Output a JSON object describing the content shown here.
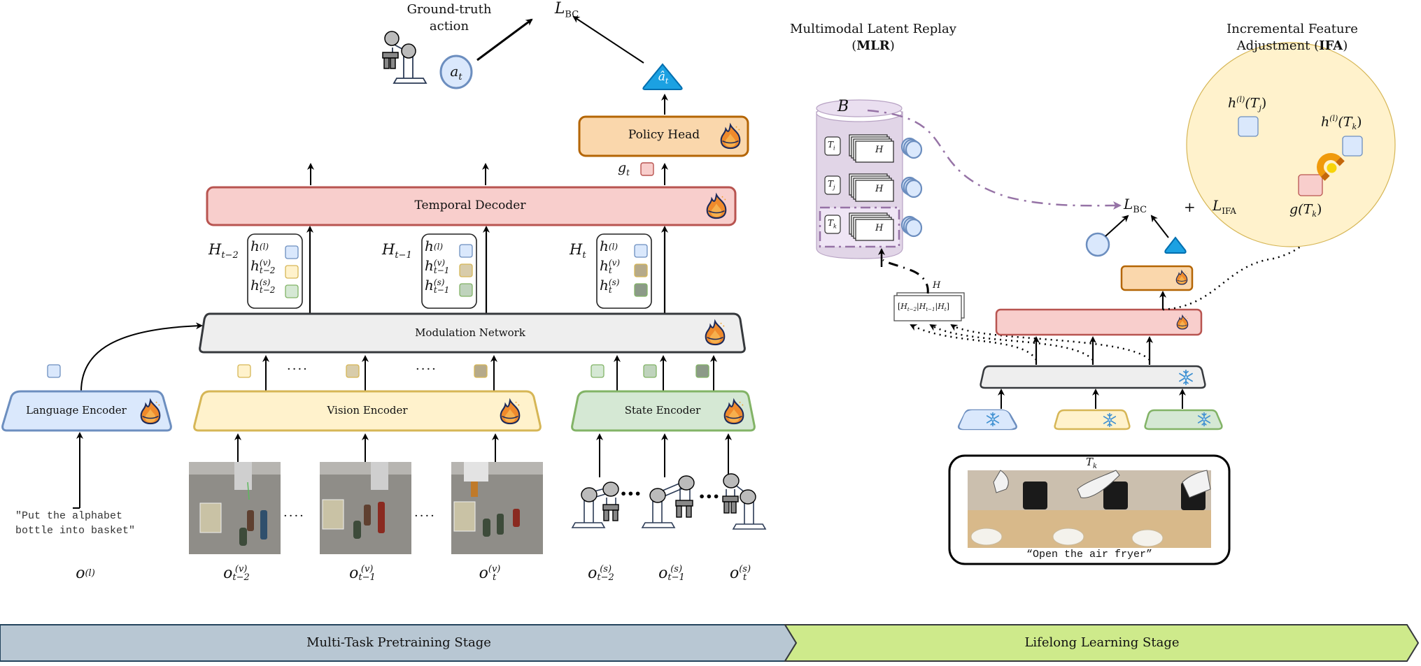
{
  "pretraining": {
    "loss_label": "L",
    "loss_sub": "BC",
    "gt_action_title_line1": "Ground-truth",
    "gt_action_title_line2": "action",
    "gt_action_symbol": "a",
    "gt_action_sub": "t",
    "pred_action_symbol": "â",
    "pred_action_sub": "t",
    "policy_head_label": "Policy Head",
    "g_label": "g",
    "g_sub": "t",
    "temporal_decoder_label": "Temporal Decoder",
    "modulation_network_label": "Modulation Network",
    "language_encoder_label": "Language Encoder",
    "vision_encoder_label": "Vision Encoder",
    "state_encoder_label": "State Encoder",
    "instruction_line1": "\"Put the alphabet",
    "instruction_line2": "bottle into basket\"",
    "ellipsis": "····",
    "token_groups": [
      {
        "name": "H",
        "sub": "t−2",
        "rows": [
          {
            "sym": "h",
            "sup": "(l)",
            "sub": ""
          },
          {
            "sym": "h",
            "sup": "(v)",
            "sub": "t−2"
          },
          {
            "sym": "h",
            "sup": "(s)",
            "sub": "t−2"
          }
        ]
      },
      {
        "name": "H",
        "sub": "t−1",
        "rows": [
          {
            "sym": "h",
            "sup": "(l)",
            "sub": ""
          },
          {
            "sym": "h",
            "sup": "(v)",
            "sub": "t−1"
          },
          {
            "sym": "h",
            "sup": "(s)",
            "sub": "t−1"
          }
        ]
      },
      {
        "name": "H",
        "sub": "t",
        "rows": [
          {
            "sym": "h",
            "sup": "(l)",
            "sub": ""
          },
          {
            "sym": "h",
            "sup": "(v)",
            "sub": "t"
          },
          {
            "sym": "h",
            "sup": "(s)",
            "sub": "t"
          }
        ]
      }
    ],
    "observations": [
      {
        "sym": "o",
        "sup": "(l)",
        "sub": ""
      },
      {
        "sym": "o",
        "sup": "(v)",
        "sub": "t−2"
      },
      {
        "sym": "o",
        "sup": "(v)",
        "sub": "t−1"
      },
      {
        "sym": "o",
        "sup": "(v)",
        "sub": "t"
      },
      {
        "sym": "o",
        "sup": "(s)",
        "sub": "t−2"
      },
      {
        "sym": "o",
        "sup": "(s)",
        "sub": "t−1"
      },
      {
        "sym": "o",
        "sup": "(s)",
        "sub": "t"
      }
    ],
    "icons": {
      "trainable": "flame-icon",
      "frozen": "snowflake-icon"
    }
  },
  "lifelong": {
    "mlr_title_line1": "Multimodal Latent Replay",
    "mlr_title_line2_open": "(",
    "mlr_title_bold": "MLR",
    "mlr_title_line2_close": ")",
    "ifa_title_line1": "Incremental Feature",
    "ifa_title_line2_prefix": "Adjustment (",
    "ifa_title_bold": "IFA",
    "ifa_title_line2_suffix": ")",
    "buffer_label": "B",
    "buffer_tasks": [
      {
        "task": "T",
        "sub": "i",
        "memory": "H"
      },
      {
        "task": "T",
        "sub": "j",
        "memory": "H"
      },
      {
        "task": "T",
        "sub": "k",
        "memory": "H"
      }
    ],
    "concat_label": "[H_{t−2}|H_{t−1}|H_t]",
    "concat_parts": [
      "H",
      "t−2",
      "H",
      "t−1",
      "H",
      "t"
    ],
    "concat_arrow_label": "H",
    "loss_bc": "L",
    "loss_bc_sub": "BC",
    "plus": "+",
    "loss_ifa": "L",
    "loss_ifa_sub": "IFA",
    "ifa_items": [
      {
        "label": "h",
        "sup": "(l)",
        "arg": "(T",
        "arg_sub": "j",
        "close": ")"
      },
      {
        "label": "h",
        "sup": "(l)",
        "arg": "(T",
        "arg_sub": "k",
        "close": ")"
      },
      {
        "label": "g",
        "sup": "",
        "arg": "(T",
        "arg_sub": "k",
        "close": ")"
      }
    ],
    "task_panel_label": "T",
    "task_panel_sub": "k",
    "task_instruction": "“Open the air fryer”"
  },
  "stages": [
    {
      "label": "Multi-Task Pretraining Stage",
      "color": "#b8c7d3"
    },
    {
      "label": "Lifelong Learning Stage",
      "color": "#ceea8b"
    }
  ],
  "colors": {
    "language": "#dae8fc",
    "language_border": "#6c8ebf",
    "vision": "#fff2cc",
    "vision_border": "#d6b656",
    "state": "#d5e8d4",
    "state_border": "#82b366",
    "decoder": "#f8cecc",
    "decoder_border": "#b85450",
    "policy": "#fad7ac",
    "policy_border": "#b46504",
    "modulation": "#eeeeee",
    "modulation_border": "#36393d",
    "ifa_circle": "#fff2cc",
    "buffer": "#e1d5e7",
    "buffer_border": "#9673a6",
    "pred_action": "#1ba1e2"
  }
}
